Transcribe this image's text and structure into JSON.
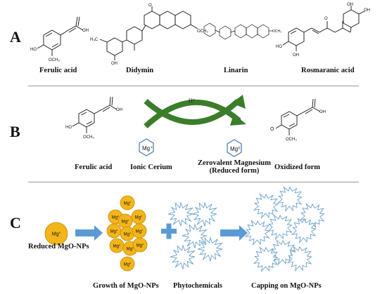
{
  "panels": {
    "a": {
      "letter": "A",
      "labels": {
        "ferulic": "Ferulic acid",
        "didymin": "Didymin",
        "linarin": "Linarin",
        "rosmarinic": "Rosmaranic acid"
      }
    },
    "b": {
      "letter": "B",
      "proton": "H⁺",
      "ionic_symbol": "Mg⁺",
      "zero_symbol": "Mg⁰",
      "labels": {
        "ferulic": "Ferulic acid",
        "ionic": "Ionic Cerium",
        "zerovalent_line1": "Zerovalent Magnesium",
        "zerovalent_line2": "(Reduced form)",
        "oxidized": "Oxidized form"
      }
    },
    "c": {
      "letter": "C",
      "particle_symbol": "Mg°",
      "labels": {
        "reduced": "Reduced MgO-NPs",
        "growth": "Growth of MgO-NPs",
        "phyto": "Phytochemicals",
        "capping": "Capping on MgO-NPs"
      }
    }
  },
  "atom_labels": {
    "oh": "OH",
    "ho": "HO",
    "och3": "OCH₃",
    "o": "O",
    "h3c": "H₃C"
  },
  "colors": {
    "nanoparticle": "#f2b51a",
    "nanoparticle_edge": "#c48a00",
    "arrow_blue": "#5b9bd5",
    "green_arc": "#3a7d2a",
    "star_edge": "#6aa0c8",
    "hexagon_edge": "#4a7fb0"
  }
}
